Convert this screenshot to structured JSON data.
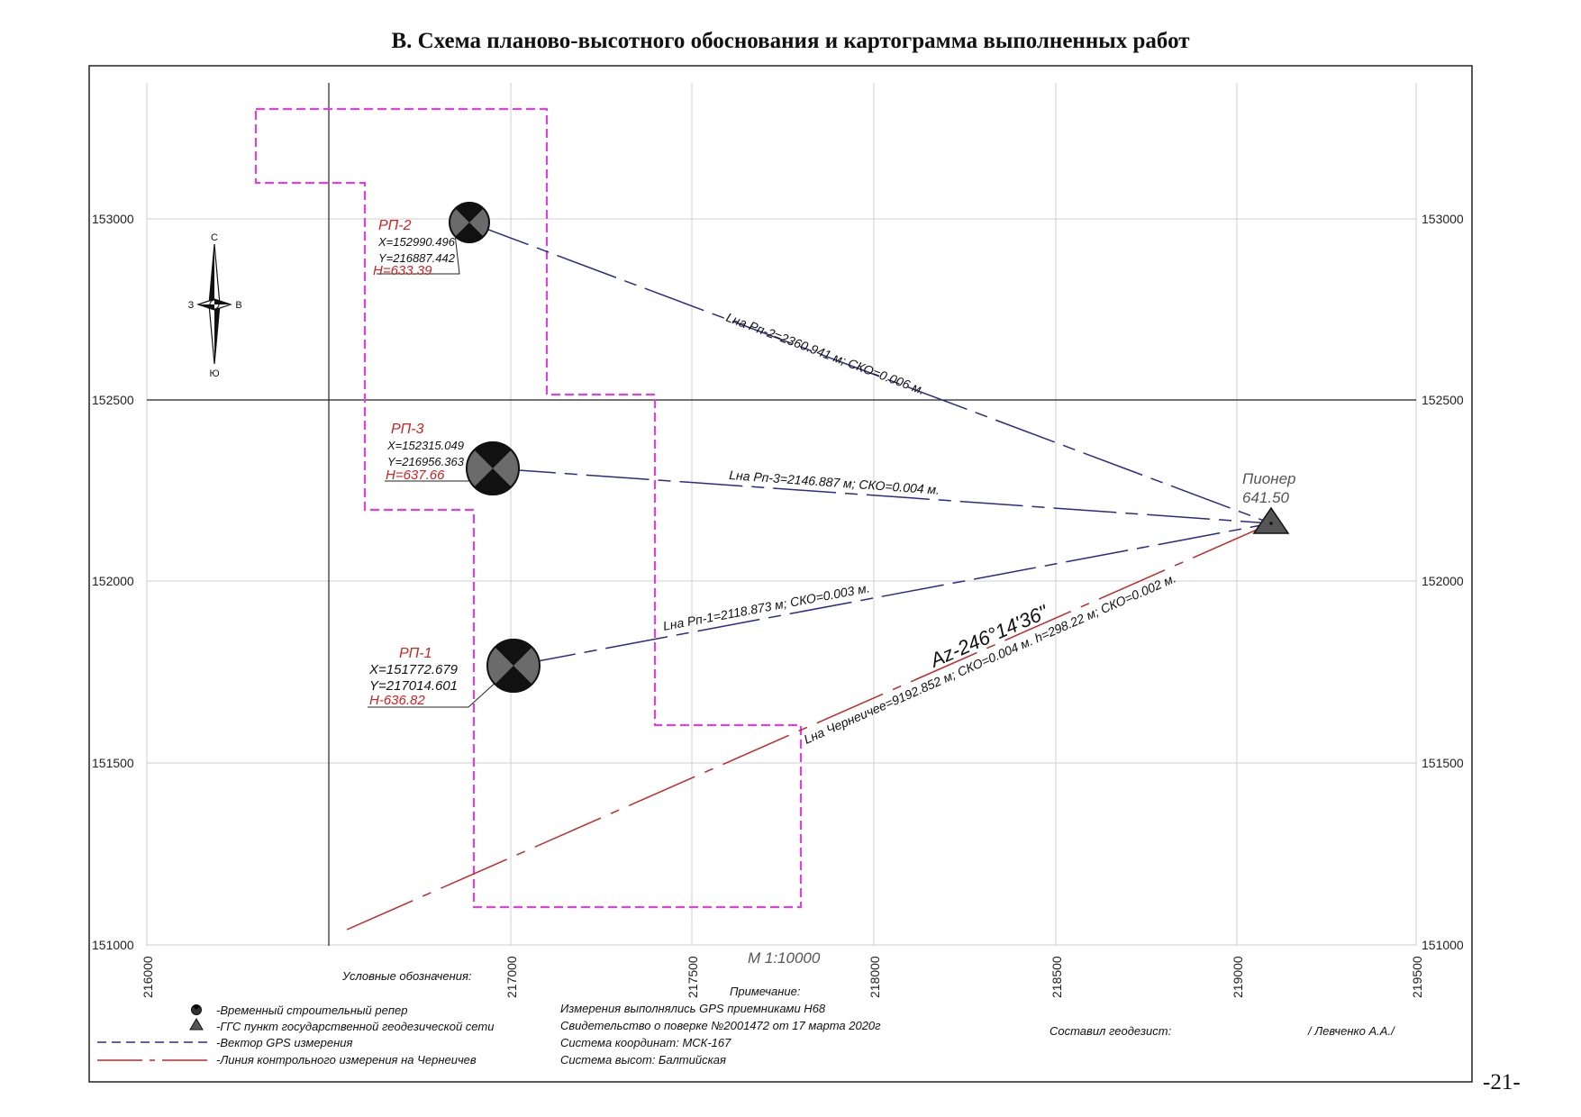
{
  "title": "В. Схема планово-высотного обоснования и картограмма выполненных работ",
  "page_number": "-21-",
  "scale": "М 1:10000",
  "axes": {
    "x_ticks": [
      "216000",
      "217000",
      "217500",
      "218000",
      "218500",
      "219000",
      "219500"
    ],
    "y_ticks": [
      "153000",
      "152500",
      "152000",
      "151500",
      "151000"
    ]
  },
  "compass": {
    "north": "С",
    "south": "Ю",
    "west": "З",
    "east": "В"
  },
  "benchmarks": [
    {
      "name": "РП-2",
      "x": "X=152990.496",
      "y": "Y=216887.442",
      "h": "H=633.39"
    },
    {
      "name": "РП-3",
      "x": "X=152315.049",
      "y": "Y=216956.363",
      "h": "H=637.66"
    },
    {
      "name": "РП-1",
      "x": "X=151772.679",
      "y": "Y=217014.601",
      "h": "H-636.82"
    }
  ],
  "station": {
    "name": "Пионер",
    "height": "641.50"
  },
  "vectors": [
    {
      "label": "Lна Рп-2=2360.941 м; СКО=0.006 м."
    },
    {
      "label": "Lна Рп-3=2146.887 м; СКО=0.004 м."
    },
    {
      "label": "Lна Рп-1=2118.873 м; СКО=0.003 м."
    }
  ],
  "control_line": {
    "azimuth": "Az-246°14'36\"",
    "label": "Lна Чернеичее=9192.852 м; СКО=0.004 м. h=298.22 м; СКО=0.002 м."
  },
  "legend": {
    "title": "Условные обозначения:",
    "items": [
      {
        "text": "-Временный строительный репер"
      },
      {
        "text": "-ГГС пункт государственной геодезической сети"
      },
      {
        "text": "-Вектор GPS измерения"
      },
      {
        "text": "-Линия контрольного измерения на Чернеичев"
      }
    ]
  },
  "notes": {
    "title": "Примечание:",
    "lines": [
      "Измерения выполнялись GPS приемниками Н68",
      "Свидетельство о поверке №2001472 от 17 марта 2020г",
      "Система координат: МСК-167",
      "Система высот: Балтийская"
    ]
  },
  "signature": {
    "label": "Составил геодезист:",
    "name": "/ Левченко А.А./"
  },
  "colors": {
    "boundary": "#e040e0",
    "gps_vector": "#2a2a8a",
    "control_line": "#c0282a",
    "benchmark_label": "#cc2222",
    "grid": "#cccccc"
  }
}
